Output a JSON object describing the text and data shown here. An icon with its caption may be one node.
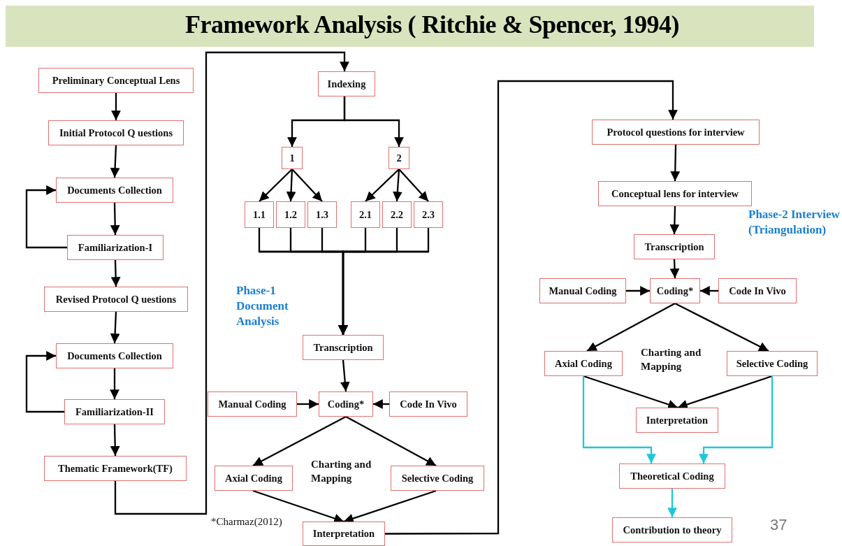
{
  "diagram": {
    "title": "Framework Analysis ( Ritchie & Spencer, 1994)",
    "nodes": [
      {
        "text": [
          "Preliminary Conceptual Lens"
        ]
      },
      {
        "text": [
          "Initial Protocol Q uestions"
        ]
      },
      {
        "text": [
          "Documents Collection"
        ]
      },
      {
        "text": [
          "Familiarization-I"
        ]
      },
      {
        "text": [
          "Revised Protocol Q uestions"
        ]
      },
      {
        "text": [
          "Documents Collection"
        ]
      },
      {
        "text": [
          "Familiarization-II"
        ]
      },
      {
        "text": [
          "Thematic Framework(TF)"
        ]
      },
      {
        "text": [
          "Indexing"
        ]
      },
      {
        "text": [
          "1"
        ]
      },
      {
        "text": [
          "2"
        ]
      },
      {
        "text": [
          "1.1"
        ]
      },
      {
        "text": [
          "1.2"
        ]
      },
      {
        "text": [
          "1.3"
        ]
      },
      {
        "text": [
          "2.1"
        ]
      },
      {
        "text": [
          "2.2"
        ]
      },
      {
        "text": [
          "2.3"
        ]
      },
      {
        "text": [
          "Transcription"
        ]
      },
      {
        "text": [
          "Manual Coding"
        ]
      },
      {
        "text": [
          "Coding*"
        ]
      },
      {
        "text": [
          "Code In Vivo"
        ]
      },
      {
        "text": [
          "Axial Coding"
        ]
      },
      {
        "text": [
          "Selective Coding"
        ]
      },
      {
        "text": [
          "Interpretation"
        ]
      },
      {
        "text": [
          "Protocol questions for interview"
        ]
      },
      {
        "text": [
          "Conceptual lens for interview"
        ]
      },
      {
        "text": [
          "Transcription"
        ]
      },
      {
        "text": [
          "Manual Coding"
        ]
      },
      {
        "text": [
          "Coding*"
        ]
      },
      {
        "text": [
          "Code In Vivo"
        ]
      },
      {
        "text": [
          "Axial Coding"
        ]
      },
      {
        "text": [
          "Selective Coding"
        ]
      },
      {
        "text": [
          "Interpretation"
        ]
      },
      {
        "text": [
          "Theoretical Coding"
        ]
      },
      {
        "text": [
          "Contribution to theory"
        ]
      }
    ],
    "edges": [
      {
        "from": 0,
        "to": 1,
        "arrow": "to"
      },
      {
        "from": 1,
        "to": 2,
        "arrow": "to"
      },
      {
        "from": 2,
        "to": 3,
        "arrow": "to"
      },
      {
        "from": 3,
        "to": 2,
        "arrow": "to"
      },
      {
        "from": 3,
        "to": 4,
        "arrow": "to"
      },
      {
        "from": 4,
        "to": 5,
        "arrow": "to"
      },
      {
        "from": 5,
        "to": 6,
        "arrow": "to"
      },
      {
        "from": 6,
        "to": 5,
        "arrow": "to"
      },
      {
        "from": 6,
        "to": 7,
        "arrow": "to"
      },
      {
        "from": 7,
        "to": 8,
        "arrow": "to"
      },
      {
        "from": 8,
        "to": 9,
        "arrow": "to"
      },
      {
        "from": 8,
        "to": 10,
        "arrow": "to"
      },
      {
        "from": 9,
        "to": 11,
        "arrow": "to"
      },
      {
        "from": 9,
        "to": 12,
        "arrow": "to"
      },
      {
        "from": 9,
        "to": 13,
        "arrow": "to"
      },
      {
        "from": 10,
        "to": 14,
        "arrow": "to"
      },
      {
        "from": 10,
        "to": 15,
        "arrow": "to"
      },
      {
        "from": 10,
        "to": 16,
        "arrow": "to"
      },
      {
        "from": 11,
        "to": 17,
        "arrow": "to"
      },
      {
        "from": 12,
        "to": 17,
        "arrow": "to"
      },
      {
        "from": 13,
        "to": 17,
        "arrow": "to"
      },
      {
        "from": 14,
        "to": 17,
        "arrow": "to"
      },
      {
        "from": 15,
        "to": 17,
        "arrow": "to"
      },
      {
        "from": 16,
        "to": 17,
        "arrow": "to"
      },
      {
        "from": 17,
        "to": 19,
        "arrow": "to"
      },
      {
        "from": 18,
        "to": 19,
        "arrow": "to"
      },
      {
        "from": 20,
        "to": 19,
        "arrow": "to"
      },
      {
        "from": 19,
        "to": 21,
        "arrow": "to"
      },
      {
        "from": 19,
        "to": 22,
        "arrow": "to"
      },
      {
        "from": 21,
        "to": 23,
        "arrow": "to"
      },
      {
        "from": 22,
        "to": 23,
        "arrow": "to"
      },
      {
        "from": 23,
        "to": 24,
        "arrow": "to"
      },
      {
        "from": 24,
        "to": 25,
        "arrow": "to"
      },
      {
        "from": 25,
        "to": 26,
        "arrow": "to"
      },
      {
        "from": 26,
        "to": 28,
        "arrow": "to"
      },
      {
        "from": 27,
        "to": 28,
        "arrow": "to"
      },
      {
        "from": 29,
        "to": 28,
        "arrow": "to"
      },
      {
        "from": 28,
        "to": 30,
        "arrow": "to"
      },
      {
        "from": 28,
        "to": 31,
        "arrow": "to"
      },
      {
        "from": 30,
        "to": 32,
        "arrow": "to"
      },
      {
        "from": 31,
        "to": 32,
        "arrow": "to"
      },
      {
        "from": 30,
        "to": 33,
        "arrow": "to",
        "color": "#1ec8d8"
      },
      {
        "from": 31,
        "to": 33,
        "arrow": "to",
        "color": "#1ec8d8"
      },
      {
        "from": 33,
        "to": 34,
        "arrow": "to",
        "color": "#1ec8d8"
      }
    ],
    "labels": [
      "Phase-1 Document Analysis",
      "Charting and Mapping",
      "*Charmaz(2012)",
      "Charting and Mapping",
      "Phase-2 Interview (Triangulation)",
      "37"
    ]
  }
}
